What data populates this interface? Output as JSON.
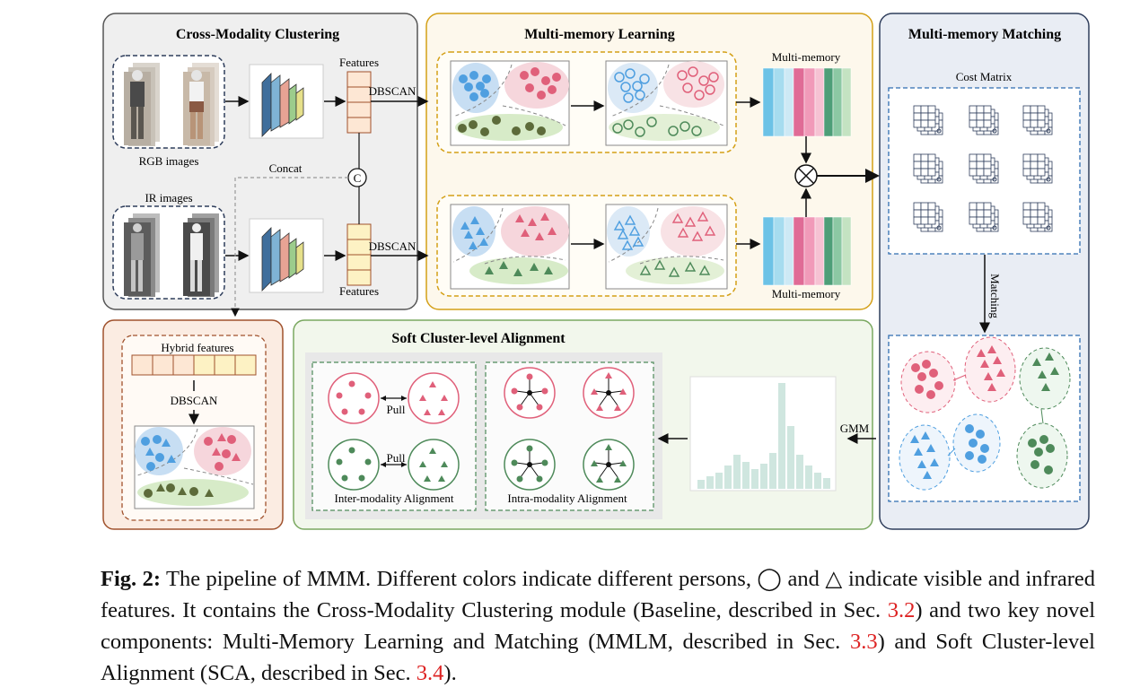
{
  "panels": {
    "cross_modality": "Cross-Modality Clustering",
    "multi_memory_learning": "Multi-memory Learning",
    "multi_memory_matching": "Multi-memory Matching",
    "soft_alignment": "Soft Cluster-level Alignment"
  },
  "labels": {
    "rgb_images": "RGB images",
    "ir_images": "IR images",
    "features_top": "Features",
    "features_bottom": "Features",
    "dbscan_top": "DBSCAN",
    "dbscan_bottom": "DBSCAN",
    "concat": "Concat",
    "concat_symbol": "C",
    "multi_memory_top": "Multi-memory",
    "multi_memory_bottom": "Multi-memory",
    "cost_matrix": "Cost Matrix",
    "matching": "Matching",
    "hybrid_features": "Hybrid features",
    "dbscan_hybrid": "DBSCAN",
    "gmm": "GMM",
    "pull_top": "Pull",
    "pull_bottom": "Pull",
    "inter_modality": "Inter-modality Alignment",
    "intra_modality": "Intra-modality Alignment"
  },
  "caption": {
    "fig_label": "Fig. 2:",
    "part1": " The pipeline of MMM. Different colors indicate different persons, ",
    "circle_symbol": "◯",
    "and1": " and ",
    "triangle_symbol": "△",
    "part2": " indicate visible and infrared features. It contains the Cross-Modality Clustering module (Baseline, described in Sec. ",
    "ref1": "3.2",
    "part3": ") and two key novel components: Multi-Memory Learning and Matching (MMLM, described in Sec. ",
    "ref2": "3.3",
    "part4": ") and Soft Cluster-level Alignment (SCA, described in Sec. ",
    "ref3": "3.4",
    "part5": ")."
  },
  "colors": {
    "blue": "#4f9fe0",
    "pink": "#e0607a",
    "green": "#4e8a5a",
    "olive": "#5d6b3a",
    "panel_gray_border": "#555555",
    "panel_gold_border": "#d4a017",
    "panel_navy_border": "#2f3e5c",
    "panel_brown_border": "#a0522d",
    "panel_green_border": "#7aa860"
  }
}
